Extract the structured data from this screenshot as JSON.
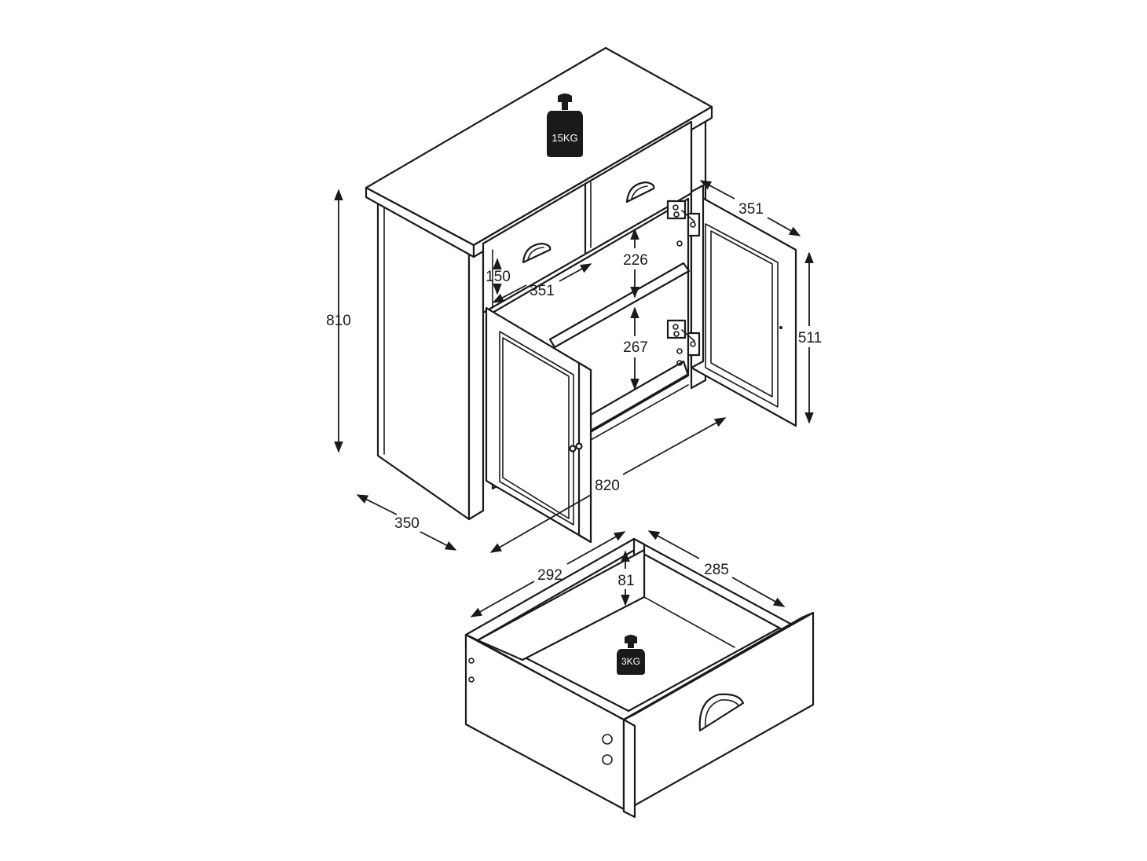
{
  "weights": {
    "top_load": "15KG",
    "drawer_load": "3KG"
  },
  "dimensions": {
    "height": "810",
    "width": "820",
    "depth": "350",
    "drawer_front_height": "150",
    "drawer_inner_width": "351",
    "upper_shelf_gap": "226",
    "lower_shelf_gap": "267",
    "door_width": "351",
    "door_height": "511",
    "drawer_box_width": "292",
    "drawer_box_depth": "285",
    "drawer_box_height": "81"
  }
}
